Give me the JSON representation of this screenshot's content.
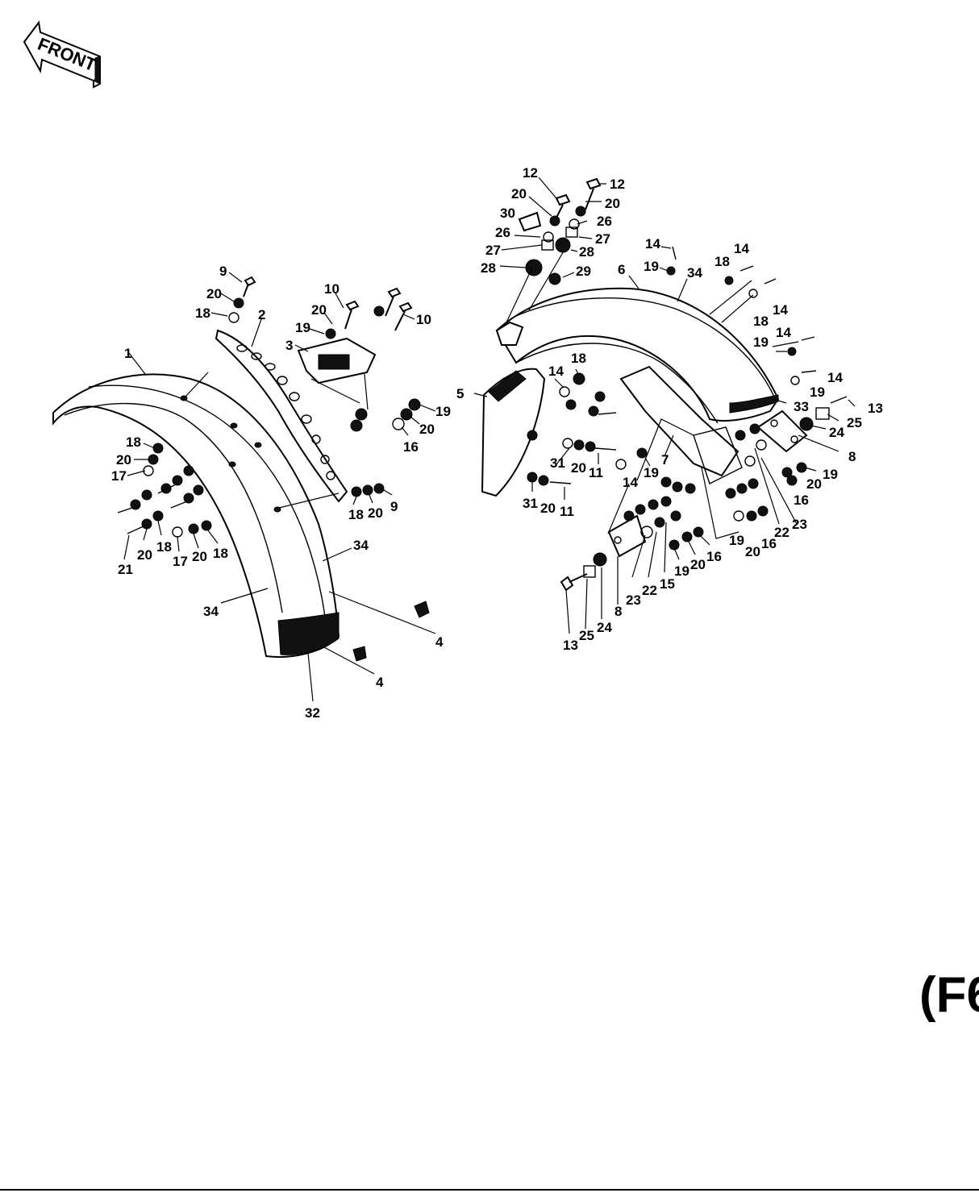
{
  "front_badge": {
    "label": "FRONT"
  },
  "figure_code": "(F6",
  "callouts": {
    "c12a": "12",
    "c12b": "12",
    "c20a": "20",
    "c20b": "20",
    "c30": "30",
    "c26a": "26",
    "c26b": "26",
    "c27a": "27",
    "c27b": "27",
    "c28a": "28",
    "c28b": "28",
    "c29": "29",
    "c14a": "14",
    "c19a": "19",
    "c34a": "34",
    "c6": "6",
    "c18a": "18",
    "c14b": "14",
    "c14c": "14",
    "c18b": "18",
    "c14d": "14",
    "c19b": "19",
    "c14e": "14",
    "c19c": "19",
    "c13a": "13",
    "c25a": "25",
    "c24a": "24",
    "c33": "33",
    "c8a": "8",
    "c19d": "19",
    "c20c": "20",
    "c16a": "16",
    "c22a": "22",
    "c23a": "23",
    "c19e": "19",
    "c20d": "20",
    "c16b": "16",
    "c9a": "9",
    "c20e": "20",
    "c18c": "18",
    "c2": "2",
    "c10a": "10",
    "c20f": "20",
    "c19f": "19",
    "c3": "3",
    "c10b": "10",
    "c1": "1",
    "c19g": "19",
    "c20g": "20",
    "c16c": "16",
    "c5": "5",
    "c14f": "14",
    "c18d": "18",
    "c31a": "31",
    "c20h": "20",
    "c11a": "11",
    "c31b": "31",
    "c20i": "20",
    "c11b": "11",
    "c18e": "18",
    "c20j": "20",
    "c17a": "17",
    "c18f": "18",
    "c20k": "20",
    "c9b": "9",
    "c21": "21",
    "c20l": "20",
    "c18g": "18",
    "c17b": "17",
    "c20m": "20",
    "c18h": "18",
    "c34b": "34",
    "c34c": "34",
    "c4a": "4",
    "c4b": "4",
    "c32": "32",
    "c14g": "14",
    "c19h": "19",
    "c7": "7",
    "c23b": "23",
    "c22b": "22",
    "c15": "15",
    "c19i": "19",
    "c20n": "20",
    "c16d": "16",
    "c8b": "8",
    "c24b": "24",
    "c25b": "25",
    "c13b": "13"
  }
}
